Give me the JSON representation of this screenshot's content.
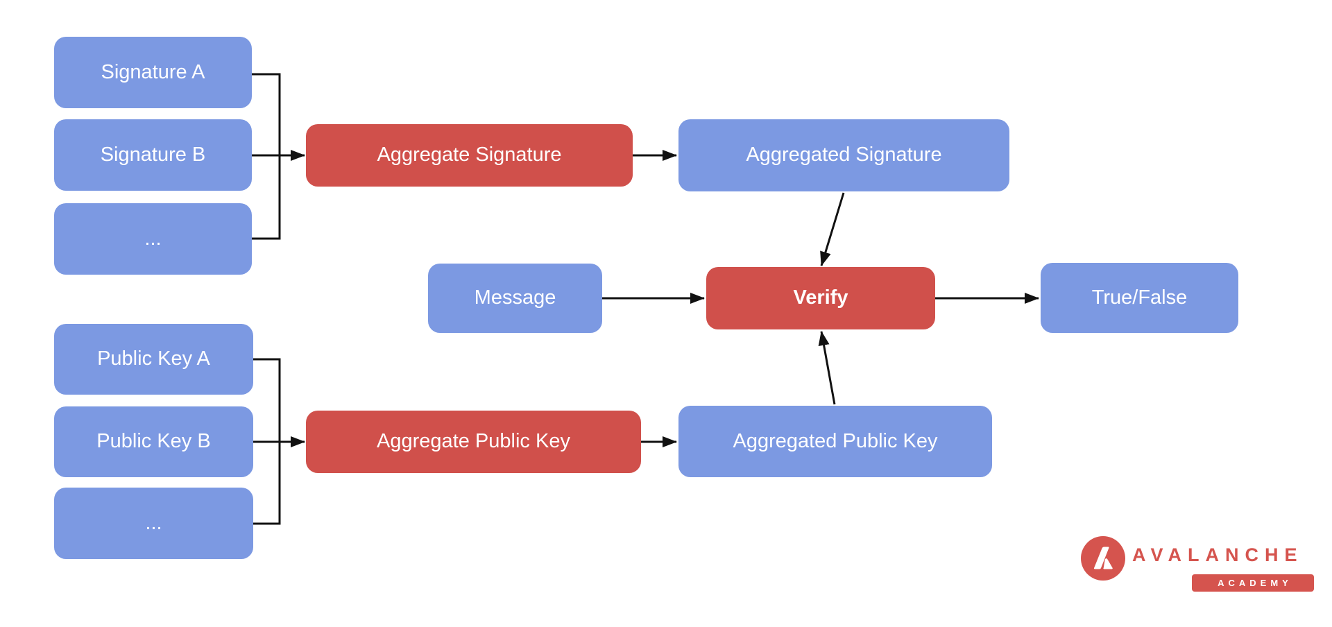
{
  "colors": {
    "background": "#FFFFFF",
    "node_blue": "#7C99E2",
    "node_red": "#D0504B",
    "node_text": "#FFFFFF",
    "connector": "#111111",
    "logo_red": "#D5544E"
  },
  "nodes": {
    "signature_a": "Signature A",
    "signature_b": "Signature B",
    "signature_more": "...",
    "aggregate_signature": "Aggregate Signature",
    "aggregated_signature": "Aggregated Signature",
    "message": "Message",
    "verify": "Verify",
    "true_false": "True/False",
    "public_key_a": "Public Key A",
    "public_key_b": "Public Key B",
    "public_key_more": "...",
    "aggregate_public_key": "Aggregate Public Key",
    "aggregated_public_key": "Aggregated Public Key"
  },
  "logo": {
    "brand": "AVALANCHE",
    "badge": "ACADEMY",
    "icon": "avalanche-triangle-icon"
  }
}
